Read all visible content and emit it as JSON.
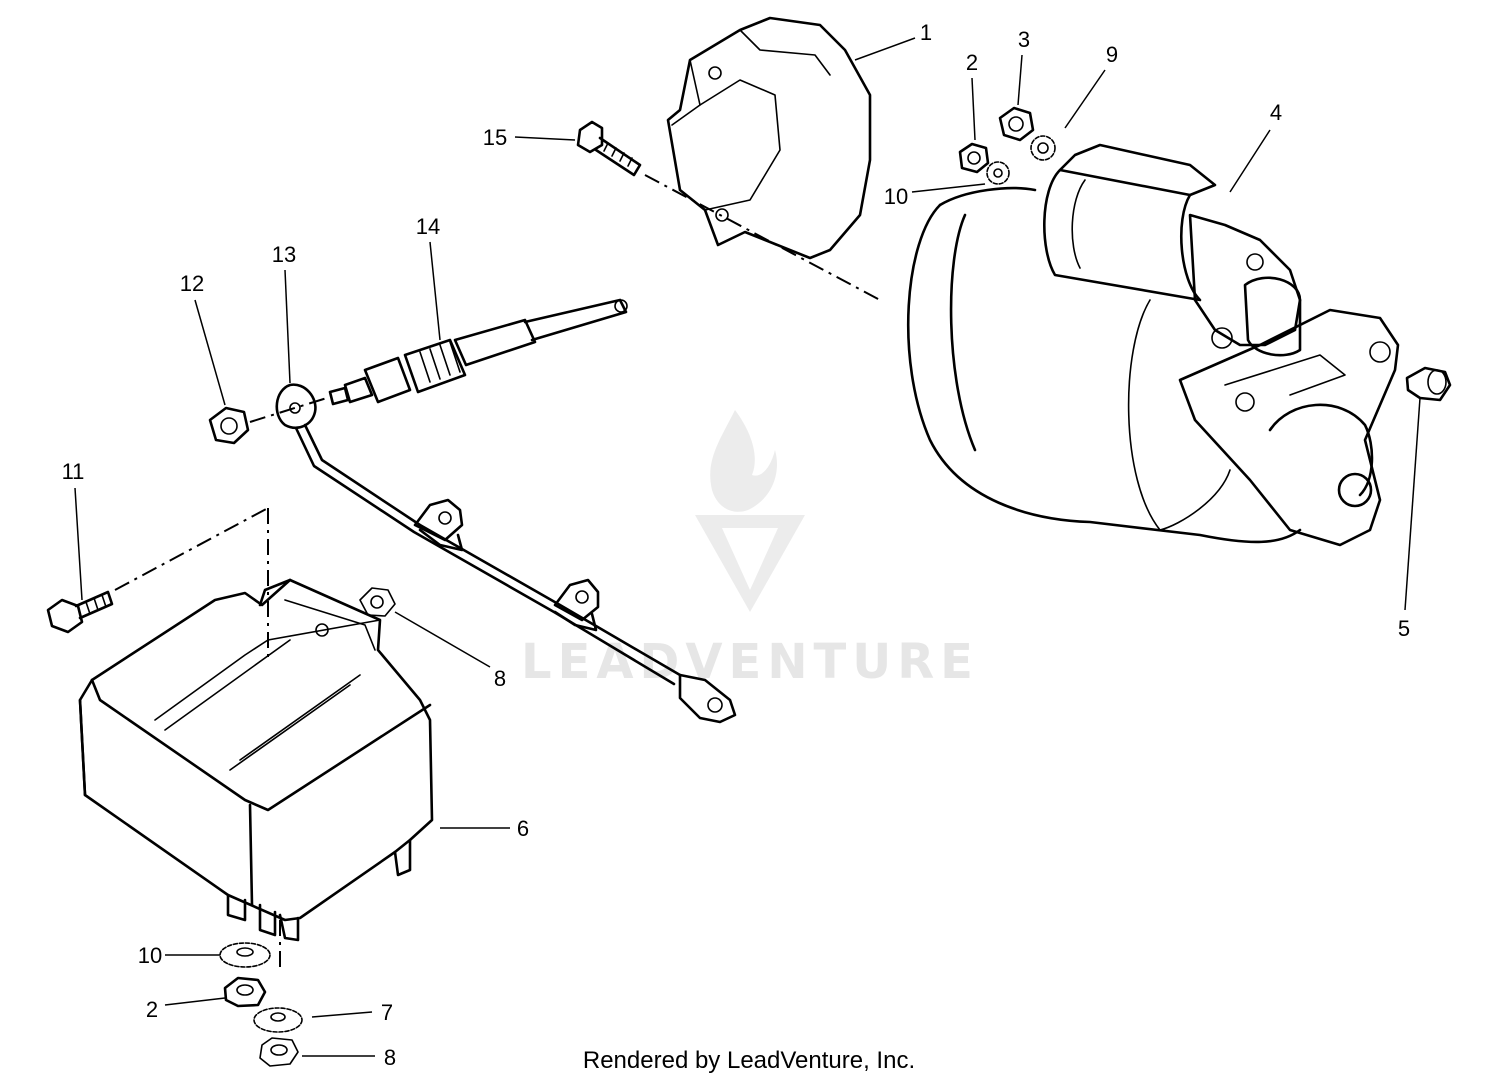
{
  "diagram": {
    "callouts": [
      {
        "id": "c1",
        "text": "1"
      },
      {
        "id": "c2a",
        "text": "2"
      },
      {
        "id": "c3",
        "text": "3"
      },
      {
        "id": "c9",
        "text": "9"
      },
      {
        "id": "c4",
        "text": "4"
      },
      {
        "id": "c10a",
        "text": "10"
      },
      {
        "id": "c15",
        "text": "15"
      },
      {
        "id": "c14",
        "text": "14"
      },
      {
        "id": "c13",
        "text": "13"
      },
      {
        "id": "c12",
        "text": "12"
      },
      {
        "id": "c11",
        "text": "11"
      },
      {
        "id": "c8a",
        "text": "8"
      },
      {
        "id": "c5",
        "text": "5"
      },
      {
        "id": "c6",
        "text": "6"
      },
      {
        "id": "c10b",
        "text": "10"
      },
      {
        "id": "c2b",
        "text": "2"
      },
      {
        "id": "c7",
        "text": "7"
      },
      {
        "id": "c8b",
        "text": "8"
      }
    ],
    "watermark": "LEADVENTURE",
    "credit": "Rendered by LeadVenture, Inc."
  }
}
